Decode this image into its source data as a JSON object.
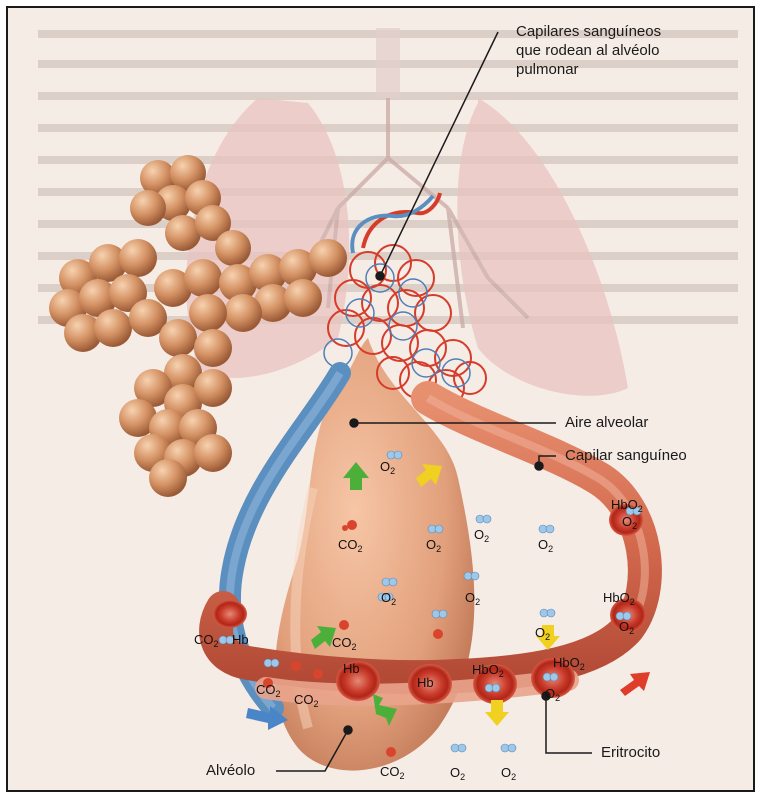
{
  "labels": {
    "capilares": "Capilares sanguíneos que rodean al alvéolo pulmonar",
    "aire_alveolar": "Aire alveolar",
    "capilar_sanguineo": "Capilar sanguíneo",
    "eritrocito": "Eritrocito",
    "alveolo": "Alvéolo"
  },
  "chem": {
    "o2": "O",
    "co2": "CO",
    "hb": "Hb",
    "hbo2": "HbO",
    "sub2": "2"
  },
  "colors": {
    "alveolus": "#e8a882",
    "capillary_red": "#d9533a",
    "capillary_blue": "#5a8fc0",
    "arrow_green": "#4caf3a",
    "arrow_yellow": "#f0d020",
    "lung_pink": "#e9c3c0"
  }
}
